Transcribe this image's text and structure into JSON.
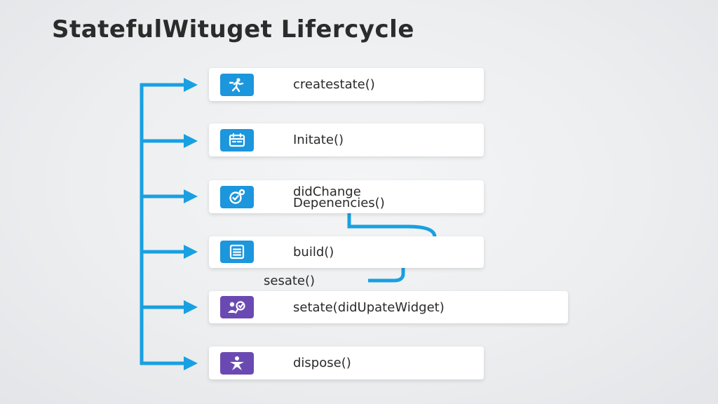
{
  "title": "StatefulWituget Lifercycle",
  "colors": {
    "blue": "#1c96dc",
    "purple": "#6a4ab2",
    "connector": "#18a0e2"
  },
  "steps": [
    {
      "label": "createstate()",
      "icon": "person-run-icon",
      "color": "#1c96dc"
    },
    {
      "label": "Initate()",
      "icon": "calendar-icon",
      "color": "#1c96dc"
    },
    {
      "label_line1": "didChange",
      "label_line2": "Depenencies()",
      "icon": "link-check-icon",
      "color": "#1c96dc"
    },
    {
      "label": "build()",
      "icon": "document-icon",
      "color": "#1c96dc"
    },
    {
      "label": "setate(didUpateWidget)",
      "icon": "users-search-icon",
      "color": "#6a4ab2"
    },
    {
      "label": "dispose()",
      "icon": "person-star-icon",
      "color": "#6a4ab2"
    }
  ],
  "side_label": "sesate()"
}
